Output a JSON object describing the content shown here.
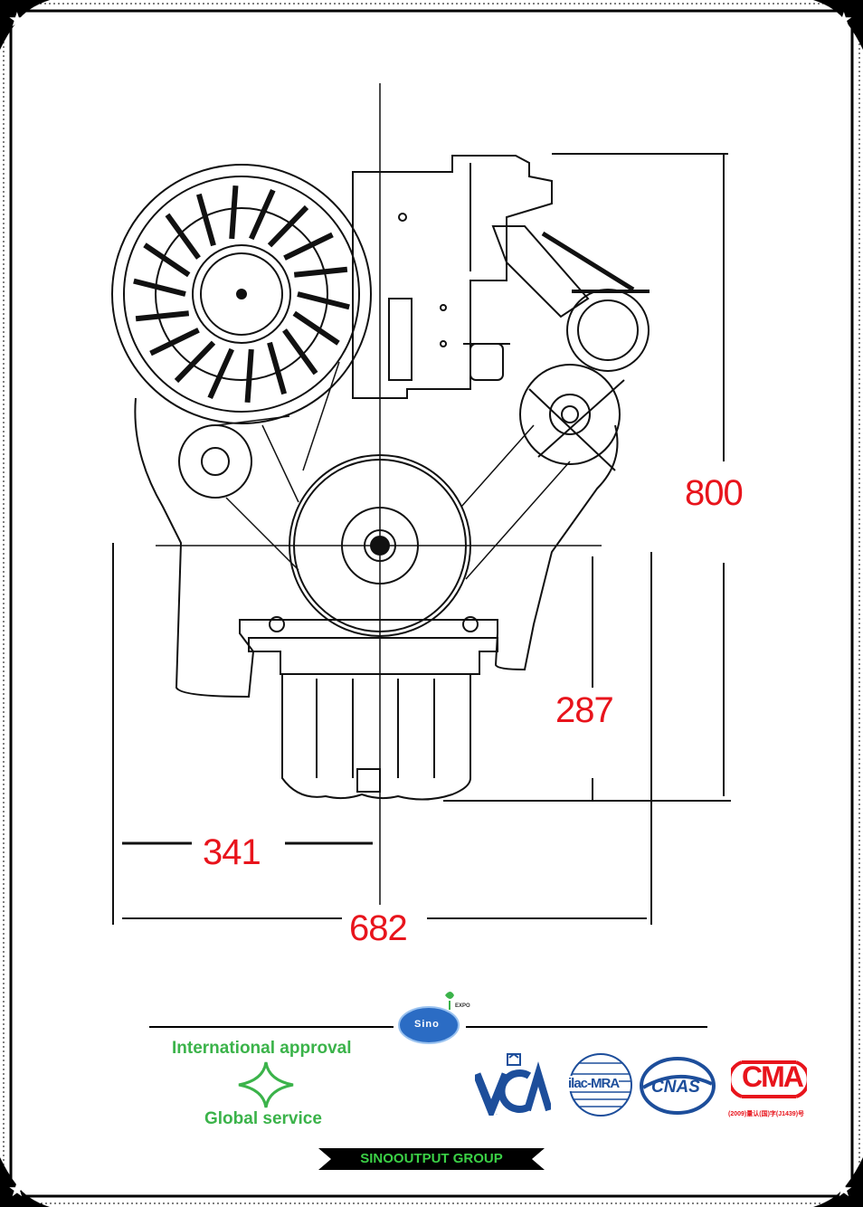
{
  "dimensions": {
    "height": "800",
    "sump_height": "287",
    "half_width": "341",
    "total_width": "682"
  },
  "footer": {
    "tagline_top": "International approval",
    "tagline_bottom": "Global service",
    "group_name": "SINOOUTPUT GROUP",
    "sino_badge": "Sino",
    "expo_mark": "EXPO",
    "certifications": {
      "vca": "VCA",
      "ilac": "ilac-MRA",
      "cnas": "CNAS",
      "cma": "CMA",
      "cma_caption": "(2009)量认(国)字(J1439)号"
    }
  },
  "colors": {
    "dimension_text": "#e8141c",
    "tagline": "#3bb34a",
    "frame": "#000000",
    "cert_blue": "#1d4e9b",
    "cert_red": "#e8141c"
  }
}
